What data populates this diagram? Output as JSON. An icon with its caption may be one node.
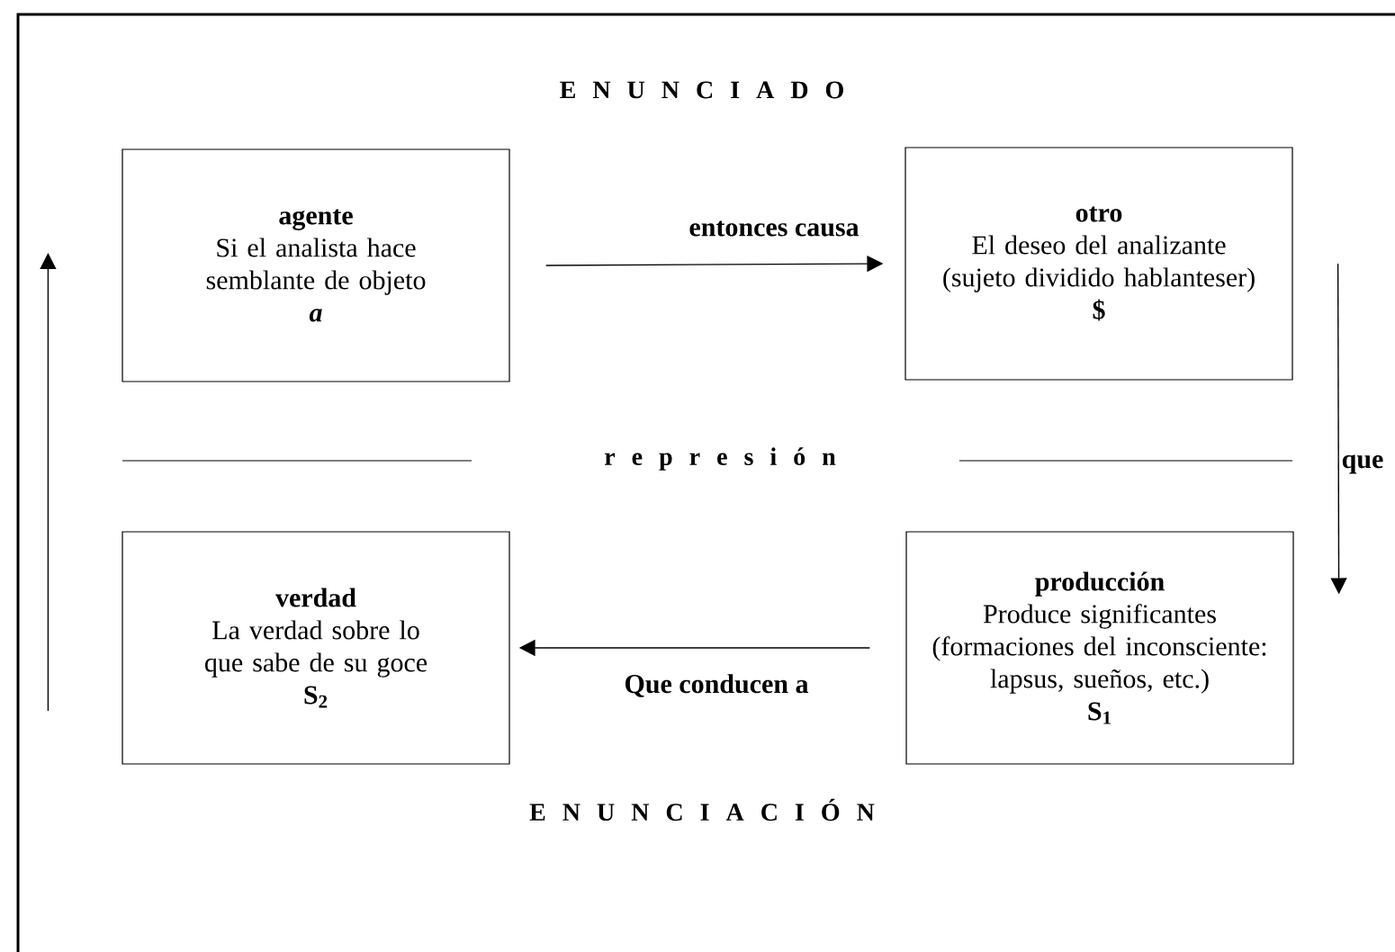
{
  "diagram": {
    "nodes": [
      {
        "text": [
          "agente",
          "Si el analista hace semblante de objeto",
          "a"
        ]
      },
      {
        "text": [
          "otro",
          "El deseo del analizante (sujeto dividido hablanteser)",
          "$"
        ]
      },
      {
        "text": [
          "verdad",
          "La verdad sobre lo que sabe de su goce",
          "S$_{2}$"
        ]
      },
      {
        "text": [
          "producción",
          "Produce significantes (formaciones del inconsciente: lapsus, sueños, etc.)",
          "S$_{1}$"
        ]
      }
    ],
    "edges": [
      {
        "from": 0,
        "to": 1,
        "arrow": "to",
        "label": "entonces causa"
      },
      {
        "from": 1,
        "to": 3,
        "arrow": "to",
        "label": "que"
      },
      {
        "from": 3,
        "to": 2,
        "arrow": "to",
        "label": "Que conducen a"
      },
      {
        "from": 2,
        "to": 0,
        "arrow": "to"
      }
    ],
    "labels": [
      "E N U N C I A D O",
      "r e p r e s i ó n",
      "E N U N C I A C I Ó N"
    ]
  }
}
